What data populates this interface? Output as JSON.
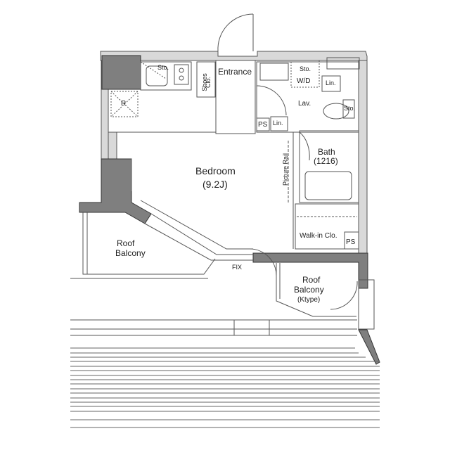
{
  "rooms": {
    "bedroom": {
      "name": "Bedroom",
      "size": "(9.2J)"
    },
    "entrance": "Entrance",
    "shoes_closet_line1": "Shoes",
    "shoes_closet_line2": "Clo.",
    "lavatory": "Lav.",
    "bath": {
      "name": "Bath",
      "size": "(1216)"
    },
    "walkin_closet": "Walk-in Clo.",
    "roof_balcony_west": {
      "line1": "Roof",
      "line2": "Balcony"
    },
    "roof_balcony_k": {
      "line1": "Roof",
      "line2": "Balcony",
      "line3": "(Ktype)"
    }
  },
  "fixtures": {
    "kitchen_storage": "Sto.",
    "refrigerator": "R",
    "washer_dryer": "W/D",
    "laundry_storage": "Sto.",
    "linen_upper": "Lin.",
    "linen_lower": "Lin.",
    "toilet_storage": "Sto.",
    "pipe_space_1": "PS",
    "pipe_space_2": "PS",
    "picture_rail": "Picture Rail",
    "fix_window": "FIX"
  },
  "colors": {
    "wall_fill": "#d9d9d9",
    "column_fill": "#7f7f7f",
    "line": "#555555"
  }
}
